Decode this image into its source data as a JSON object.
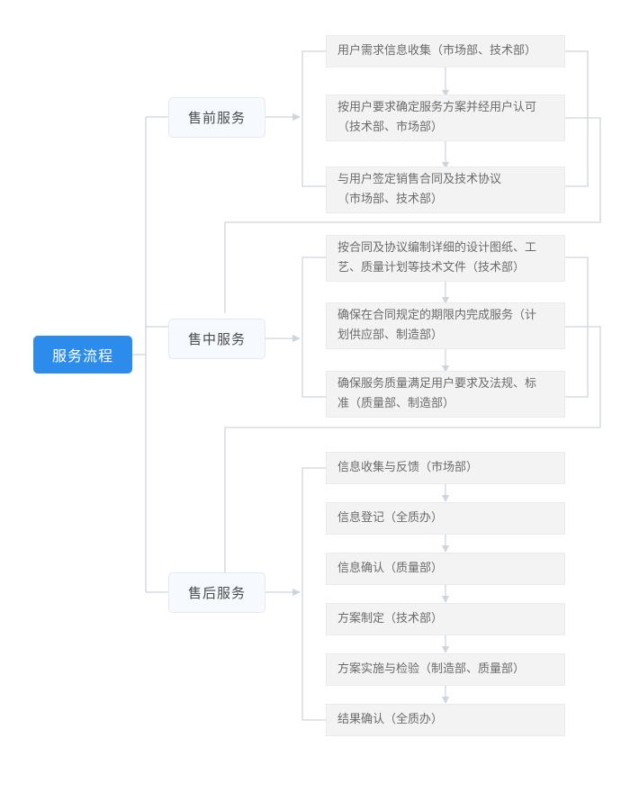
{
  "diagram": {
    "title": "服务流程",
    "root": {
      "label": "服务流程",
      "color": "#2b8ceb",
      "text_color": "#ffffff"
    },
    "branches": [
      {
        "id": "pre-sales",
        "label": "售前服务",
        "steps": [
          {
            "lines": [
              "用户需求信息收集（市场部、技术部）"
            ]
          },
          {
            "lines": [
              "按用户要求确定服务方案并经用户认可",
              "（技术部、市场部）"
            ]
          },
          {
            "lines": [
              "与用户签定销售合同及技术协议",
              "（市场部、技术部）"
            ]
          }
        ]
      },
      {
        "id": "in-sales",
        "label": "售中服务",
        "steps": [
          {
            "lines": [
              "按合同及协议编制详细的设计图纸、工",
              "艺、质量计划等技术文件（技术部）"
            ]
          },
          {
            "lines": [
              "确保在合同规定的期限内完成服务（计",
              "划供应部、制造部）"
            ]
          },
          {
            "lines": [
              "确保服务质量满足用户要求及法规、标",
              "准（质量部、制造部）"
            ]
          }
        ]
      },
      {
        "id": "after-sales",
        "label": "售后服务",
        "steps": [
          {
            "lines": [
              "信息收集与反馈（市场部）"
            ]
          },
          {
            "lines": [
              "信息登记（全质办）"
            ]
          },
          {
            "lines": [
              "信息确认（质量部）"
            ]
          },
          {
            "lines": [
              "方案制定（技术部）"
            ]
          },
          {
            "lines": [
              "方案实施与检验（制造部、质量部）"
            ]
          },
          {
            "lines": [
              "结果确认（全质办）"
            ]
          }
        ]
      }
    ],
    "colors": {
      "connector": "#ccd5dd",
      "step_bg": "#f3f3f3",
      "step_border": "#ebebeb",
      "category_bg": "#f6fafe",
      "category_border": "#e3e9ef",
      "accent": "#2b8ceb"
    }
  }
}
